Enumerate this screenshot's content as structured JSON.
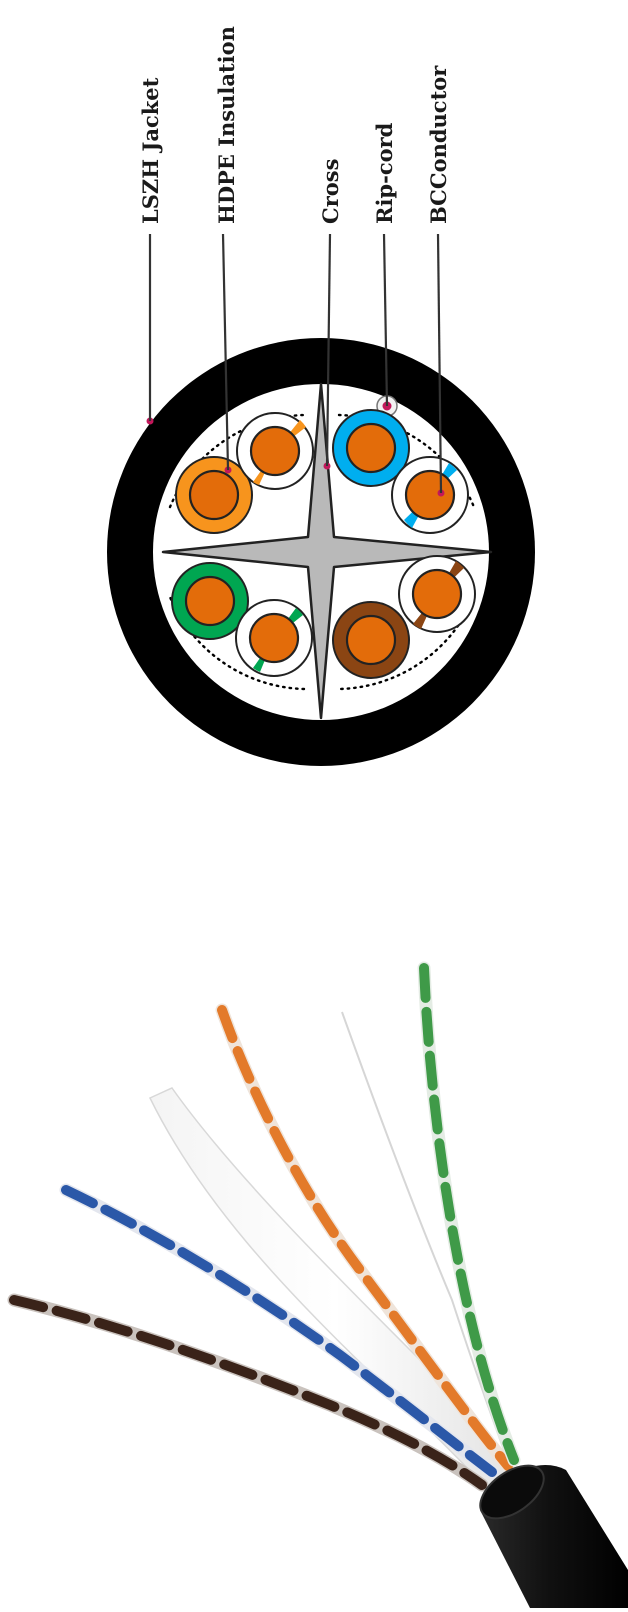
{
  "diagram": {
    "labels": {
      "jacket": "LSZH Jacket",
      "insulation": "HDPE Insulation",
      "cross": "Cross",
      "ripcord": "Rip-cord",
      "conductor": "BCConductor"
    }
  },
  "colors": {
    "jacket": "#000000",
    "cross": "#b9b9b9",
    "conductor": "#e36c0a",
    "orange": "#f7941d",
    "blue": "#00aeef",
    "green": "#00a651",
    "brown": "#8b4513",
    "callout_dot": "#c2185b"
  },
  "photo": {
    "subject": "stripped twisted-pair cable"
  }
}
